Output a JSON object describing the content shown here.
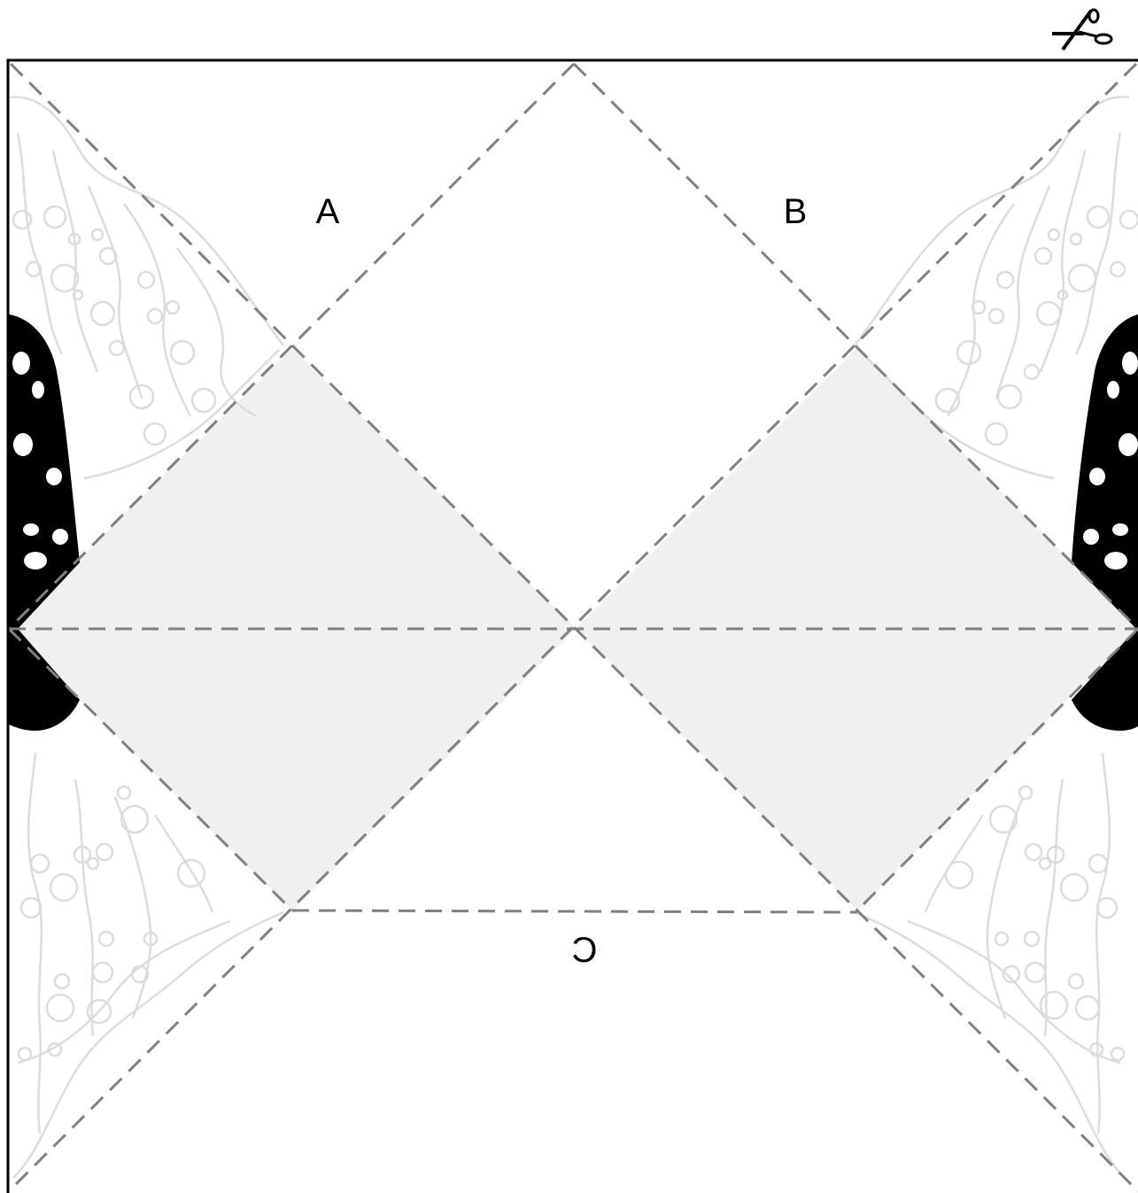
{
  "labels": {
    "a": "A",
    "b": "B",
    "c": "C"
  },
  "icons": {
    "cut_marker": "scissors-icon"
  },
  "colors": {
    "fold_line": "#808080",
    "shaded_panel": "#f0f0f0",
    "wing_body": "#000000",
    "wing_pattern": "#dcdcdc",
    "border": "#000000"
  }
}
